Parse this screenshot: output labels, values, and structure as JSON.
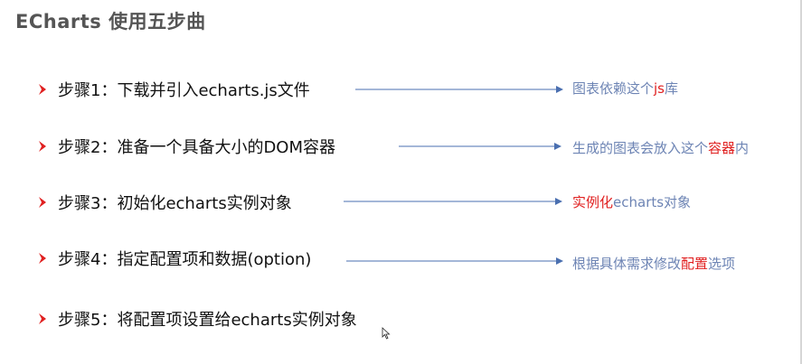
{
  "title": "ECharts 使用五步曲",
  "steps": [
    {
      "label": "步骤1：下载并引入echarts.js文件",
      "note_a": "图表依赖这个",
      "note_b": "js",
      "note_c": "库"
    },
    {
      "label": "步骤2：准备一个具备大小的DOM容器",
      "note_a": "生成的图表会放入这个",
      "note_b": "容器",
      "note_c": "内"
    },
    {
      "label": "步骤3：初始化echarts实例对象",
      "note_a": "实例化",
      "note_b": "echarts对象"
    },
    {
      "label": "步骤4：指定配置项和数据(option)",
      "note_a": "根据具体需求修改",
      "note_b": "配置",
      "note_c": "选项"
    },
    {
      "label": "步骤5：将配置项设置给echarts实例对象"
    }
  ],
  "colors": {
    "bullet": "#e02020",
    "note": "#6d84b4",
    "highlight": "#e02020",
    "arrow": "#4a6fb0"
  }
}
